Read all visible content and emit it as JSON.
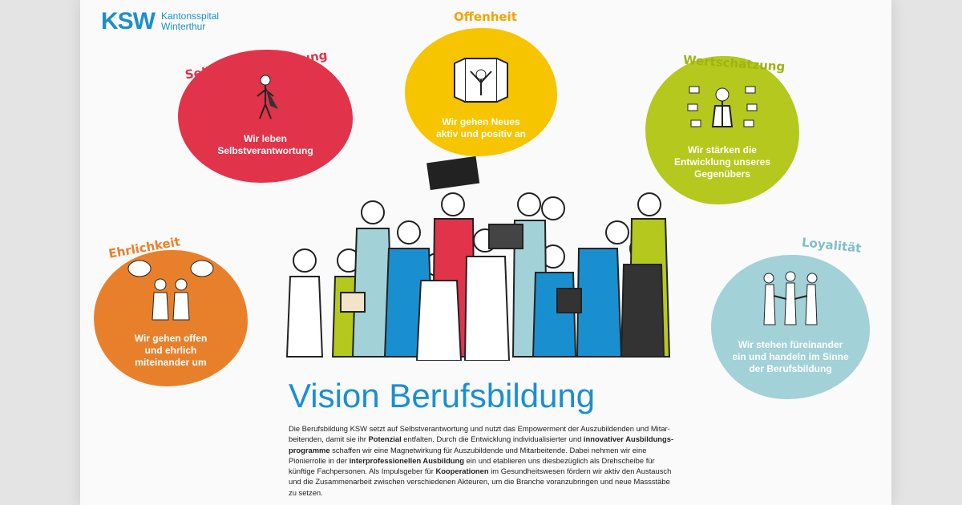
{
  "logo": {
    "mark": "KSW",
    "line1": "Kantonsspital",
    "line2": "Winterthur"
  },
  "values": [
    {
      "heading": "Selbstverantwortung",
      "text": "Wir leben\nSelbstverantwortung",
      "color": "#e1344b"
    },
    {
      "heading": "Offenheit",
      "text": "Wir gehen Neues\naktiv und positiv an",
      "color": "#f7c400"
    },
    {
      "heading": "Wertschätzung",
      "text": "Wir stärken die\nEntwicklung unseres\nGegenübers",
      "color": "#b4c81e"
    },
    {
      "heading": "Ehrlichkeit",
      "text": "Wir gehen offen\nund ehrlich\nmiteinander um",
      "color": "#e8802b"
    },
    {
      "heading": "Loyalität",
      "text": "Wir stehen füreinander\nein und handeln im Sinne\nder Berufsbildung",
      "color": "#a2d1d7"
    }
  ],
  "title": "Vision Berufsbildung",
  "paragraph": [
    {
      "t": "Die Berufsbildung KSW setzt auf Selbstverantwortung und nutzt das Empowerment der Auszubildenden und Mitar­beitenden, damit sie ihr "
    },
    {
      "b": "Potenzial"
    },
    {
      "t": " entfalten. Durch die Entwicklung individualisierter und "
    },
    {
      "b": "innovativer Ausbildungs­programme"
    },
    {
      "t": " schaffen wir eine Magnetwirkung für Auszubildende und Mitarbeitende. Dabei nehmen wir eine Pionierrolle in der "
    },
    {
      "b": "interprofessionellen Ausbildung"
    },
    {
      "t": " ein und etablieren uns diesbezüglich als Drehscheibe für künftige Fachpersonen. Als Impulsgeber für "
    },
    {
      "b": "Kooperationen"
    },
    {
      "t": " im Gesundheitswesen fördern wir aktiv den Austausch und die Zusammenarbeit zwischen verschiedenen Akteuren, um die Branche voranzubringen und neue Massstäbe zu setzen."
    }
  ]
}
